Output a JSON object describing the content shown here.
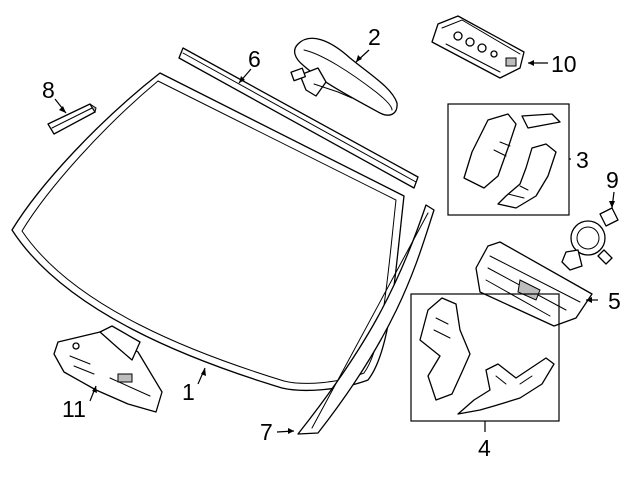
{
  "diagram": {
    "callouts": [
      {
        "key": "c1",
        "label": "1",
        "part": "windshield"
      },
      {
        "key": "c2",
        "label": "2",
        "part": "rearview-mirror"
      },
      {
        "key": "c3",
        "label": "3",
        "part": "mirror-cover-set"
      },
      {
        "key": "c4",
        "label": "4",
        "part": "sensor-cover-set"
      },
      {
        "key": "c5",
        "label": "5",
        "part": "camera-bracket"
      },
      {
        "key": "c6",
        "label": "6",
        "part": "upper-molding"
      },
      {
        "key": "c7",
        "label": "7",
        "part": "side-molding"
      },
      {
        "key": "c8",
        "label": "8",
        "part": "small-bracket"
      },
      {
        "key": "c9",
        "label": "9",
        "part": "rain-sensor"
      },
      {
        "key": "c10",
        "label": "10",
        "part": "sensor-module"
      },
      {
        "key": "c11",
        "label": "11",
        "part": "camera-module"
      }
    ],
    "colors": {
      "line": "#000000",
      "background": "#ffffff",
      "shading": "#bdbdbd"
    }
  }
}
